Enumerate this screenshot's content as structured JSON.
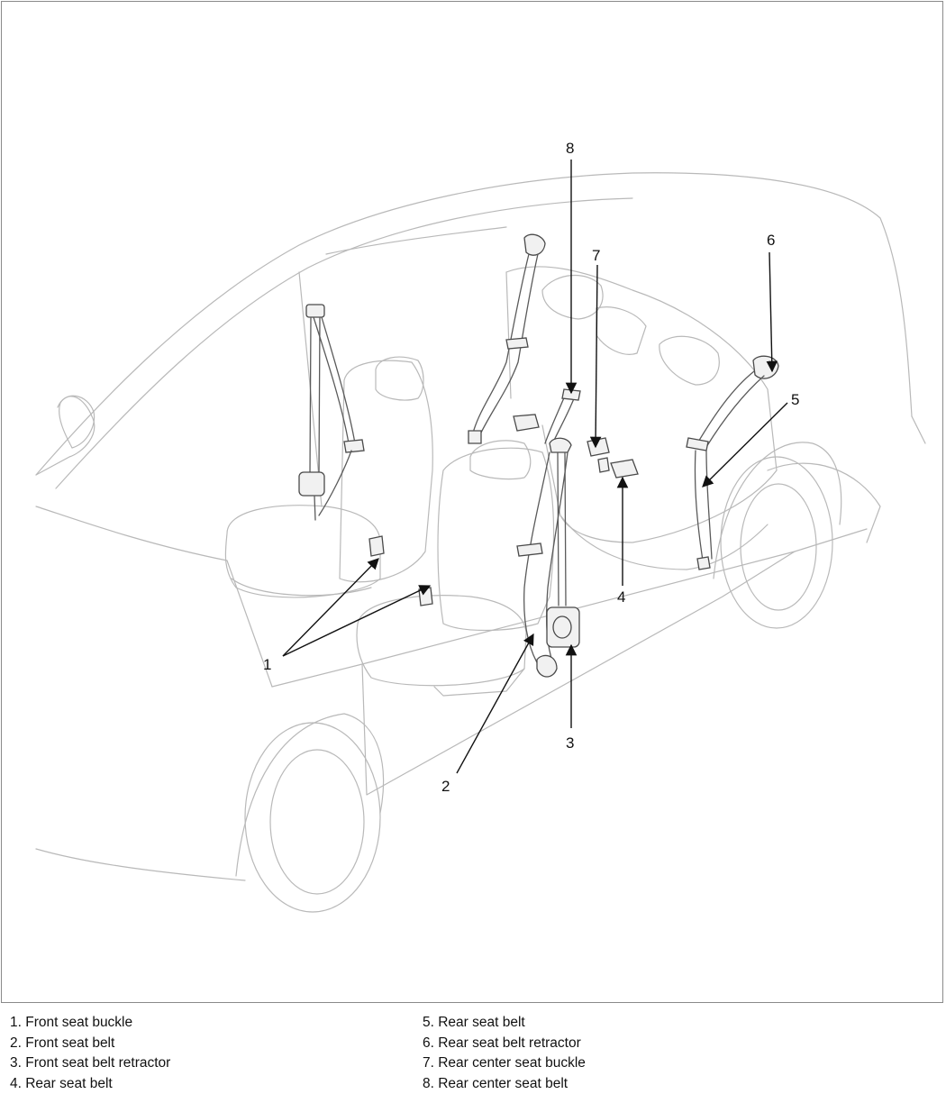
{
  "callouts": [
    "1",
    "2",
    "3",
    "4",
    "5",
    "6",
    "7",
    "8"
  ],
  "legend": {
    "left": [
      "1. Front seat buckle",
      "2. Front seat belt",
      "3. Front seat belt retractor",
      "4. Rear seat belt"
    ],
    "right": [
      "5. Rear seat belt",
      "6. Rear seat belt retractor",
      "7. Rear center seat buckle",
      "8. Rear center seat belt"
    ]
  },
  "colors": {
    "outline": "#b9b9b9",
    "part": "#4a4a4a",
    "leader": "#111111"
  }
}
